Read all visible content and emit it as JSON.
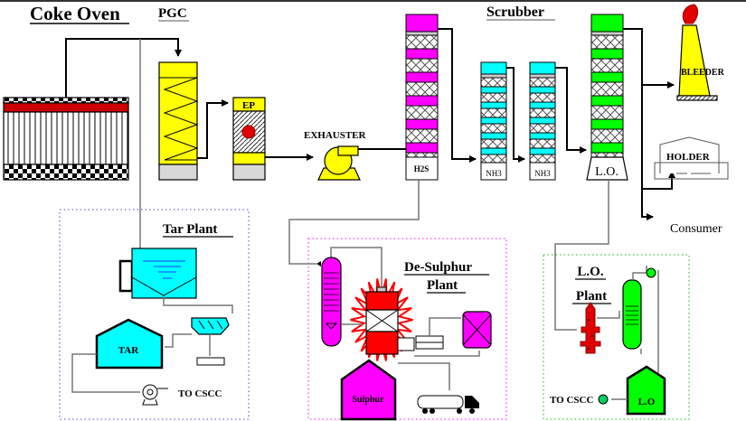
{
  "labels": {
    "coke_oven": "Coke Oven",
    "pgc": "PGC",
    "ep": "EP",
    "exhauster": "EXHAUSTER",
    "scrubber": "Scrubber",
    "h2s": "H2S",
    "nh3_1": "NH3",
    "nh3_2": "NH3",
    "lo_column": "L.O.",
    "bleeder": "BLEEDER",
    "holder": "HOLDER",
    "consumer": "Consumer"
  },
  "tar_plant": {
    "title": "Tar Plant",
    "tank": "TAR",
    "to_cscc": "TO CSCC"
  },
  "desulphur_plant": {
    "title_line1": "De-Sulphur",
    "title_line2": "Plant",
    "storage": "Sulphur"
  },
  "lo_plant": {
    "title_line1": "L.O.",
    "title_line2": "Plant",
    "tank": "L.O",
    "to_cscc": "TO CSCC"
  },
  "colors": {
    "yellow": "#ffff00",
    "magenta": "#ff00ff",
    "cyan": "#00ffff",
    "green": "#00ff00",
    "red": "#ff0000",
    "gray": "#d8d8d8",
    "tar_box_border": "#7070e0",
    "desulphur_box_border": "#ff40ff",
    "lo_box_border": "#40d040"
  }
}
